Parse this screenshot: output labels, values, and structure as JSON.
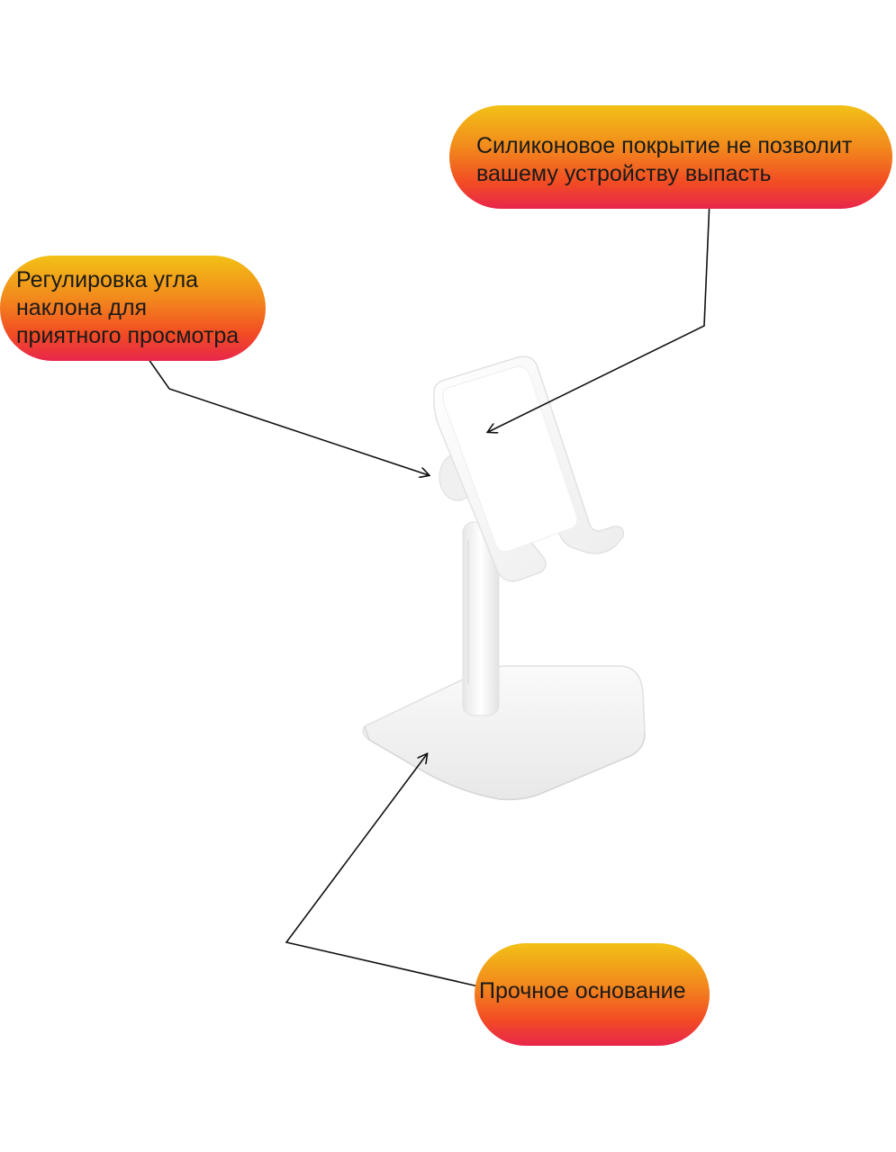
{
  "callouts": {
    "top": {
      "line1": "Силиконовое покрытие не позволит",
      "line2": "вашему устройству выпасть"
    },
    "left": {
      "line1": "Регулировка угла",
      "line2": "наклона для",
      "line3": "приятного просмотра"
    },
    "bottom": {
      "line1": "Прочное основание"
    }
  },
  "colors": {
    "gradient_top": "#f2c116",
    "gradient_mid": "#f28a1c",
    "gradient_bottom": "#e8264a",
    "stand": "#f4f4f4",
    "arrow": "#111111"
  },
  "icons": {
    "product": "phone-stand-illustration"
  }
}
